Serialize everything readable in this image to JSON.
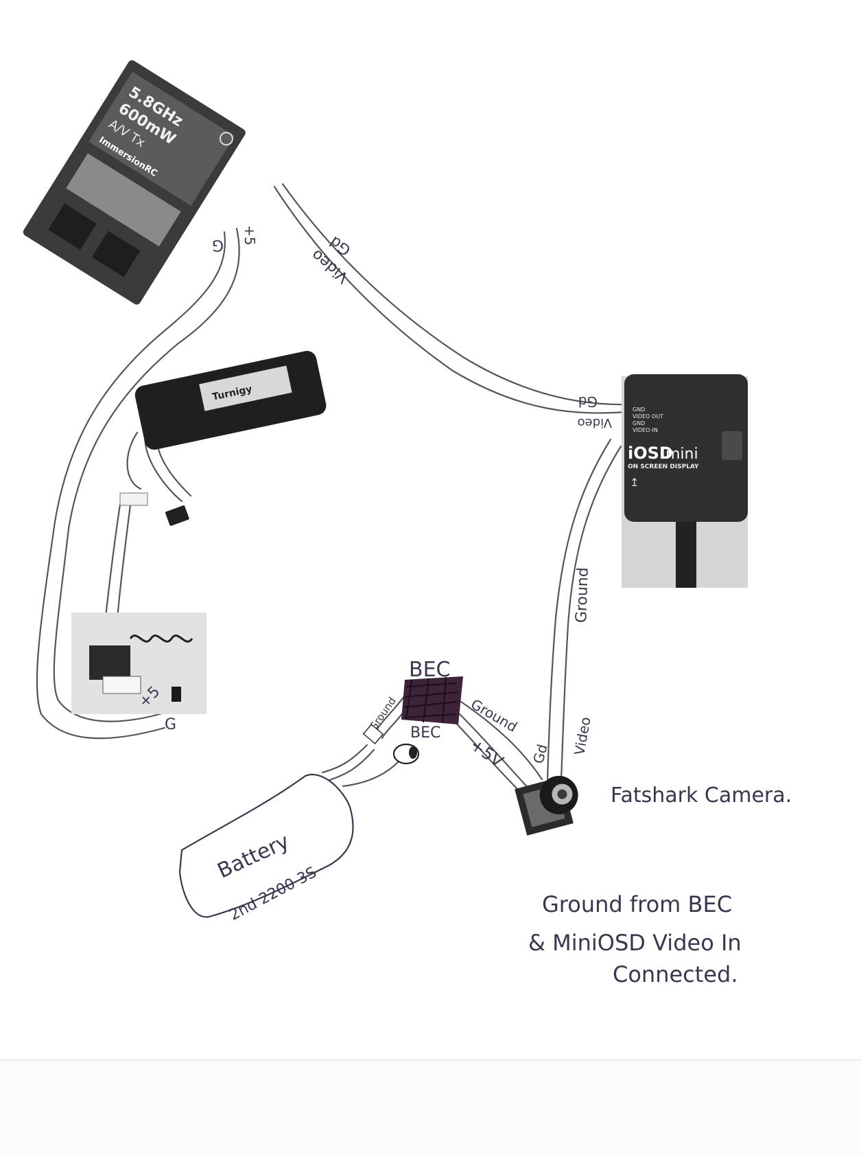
{
  "vtx": {
    "freq": "5.8GHz",
    "power": "600mW",
    "kind": "A/V Tx",
    "brand": "ImmersionRC"
  },
  "osd": {
    "name_bold": "iOSD",
    "name_light": "mini",
    "subtitle": "ON SCREEN DISPLAY",
    "pins": [
      "GND",
      "VIDEO OUT",
      "GND",
      "VIDEO-IN"
    ]
  },
  "lipo": {
    "label": "Turnigy"
  },
  "bec": {
    "top_label": "BEC",
    "bottom_label": "BEC"
  },
  "battery": {
    "line1": "Battery",
    "line2": "2nd  2200  3S"
  },
  "wire_labels": {
    "vtx_g": "G",
    "vtx_plus5": "+5",
    "vtx_gd": "Gd",
    "vtx_video": "Video",
    "osd_gd": "Gd",
    "osd_video": "Video",
    "osd_ground": "Ground",
    "reg_plus5": "+5",
    "reg_g": "G",
    "bec_ground_left": "Ground",
    "bec_ground_right": "Ground",
    "bec_plus5v": "+5V",
    "cam_gd": "Gd",
    "cam_video": "Video"
  },
  "camera": {
    "label": "Fatshark  Camera."
  },
  "note": {
    "line1": "Ground  from  BEC",
    "line2": "&  MiniOSD  Video  In",
    "line3": "Connected."
  }
}
